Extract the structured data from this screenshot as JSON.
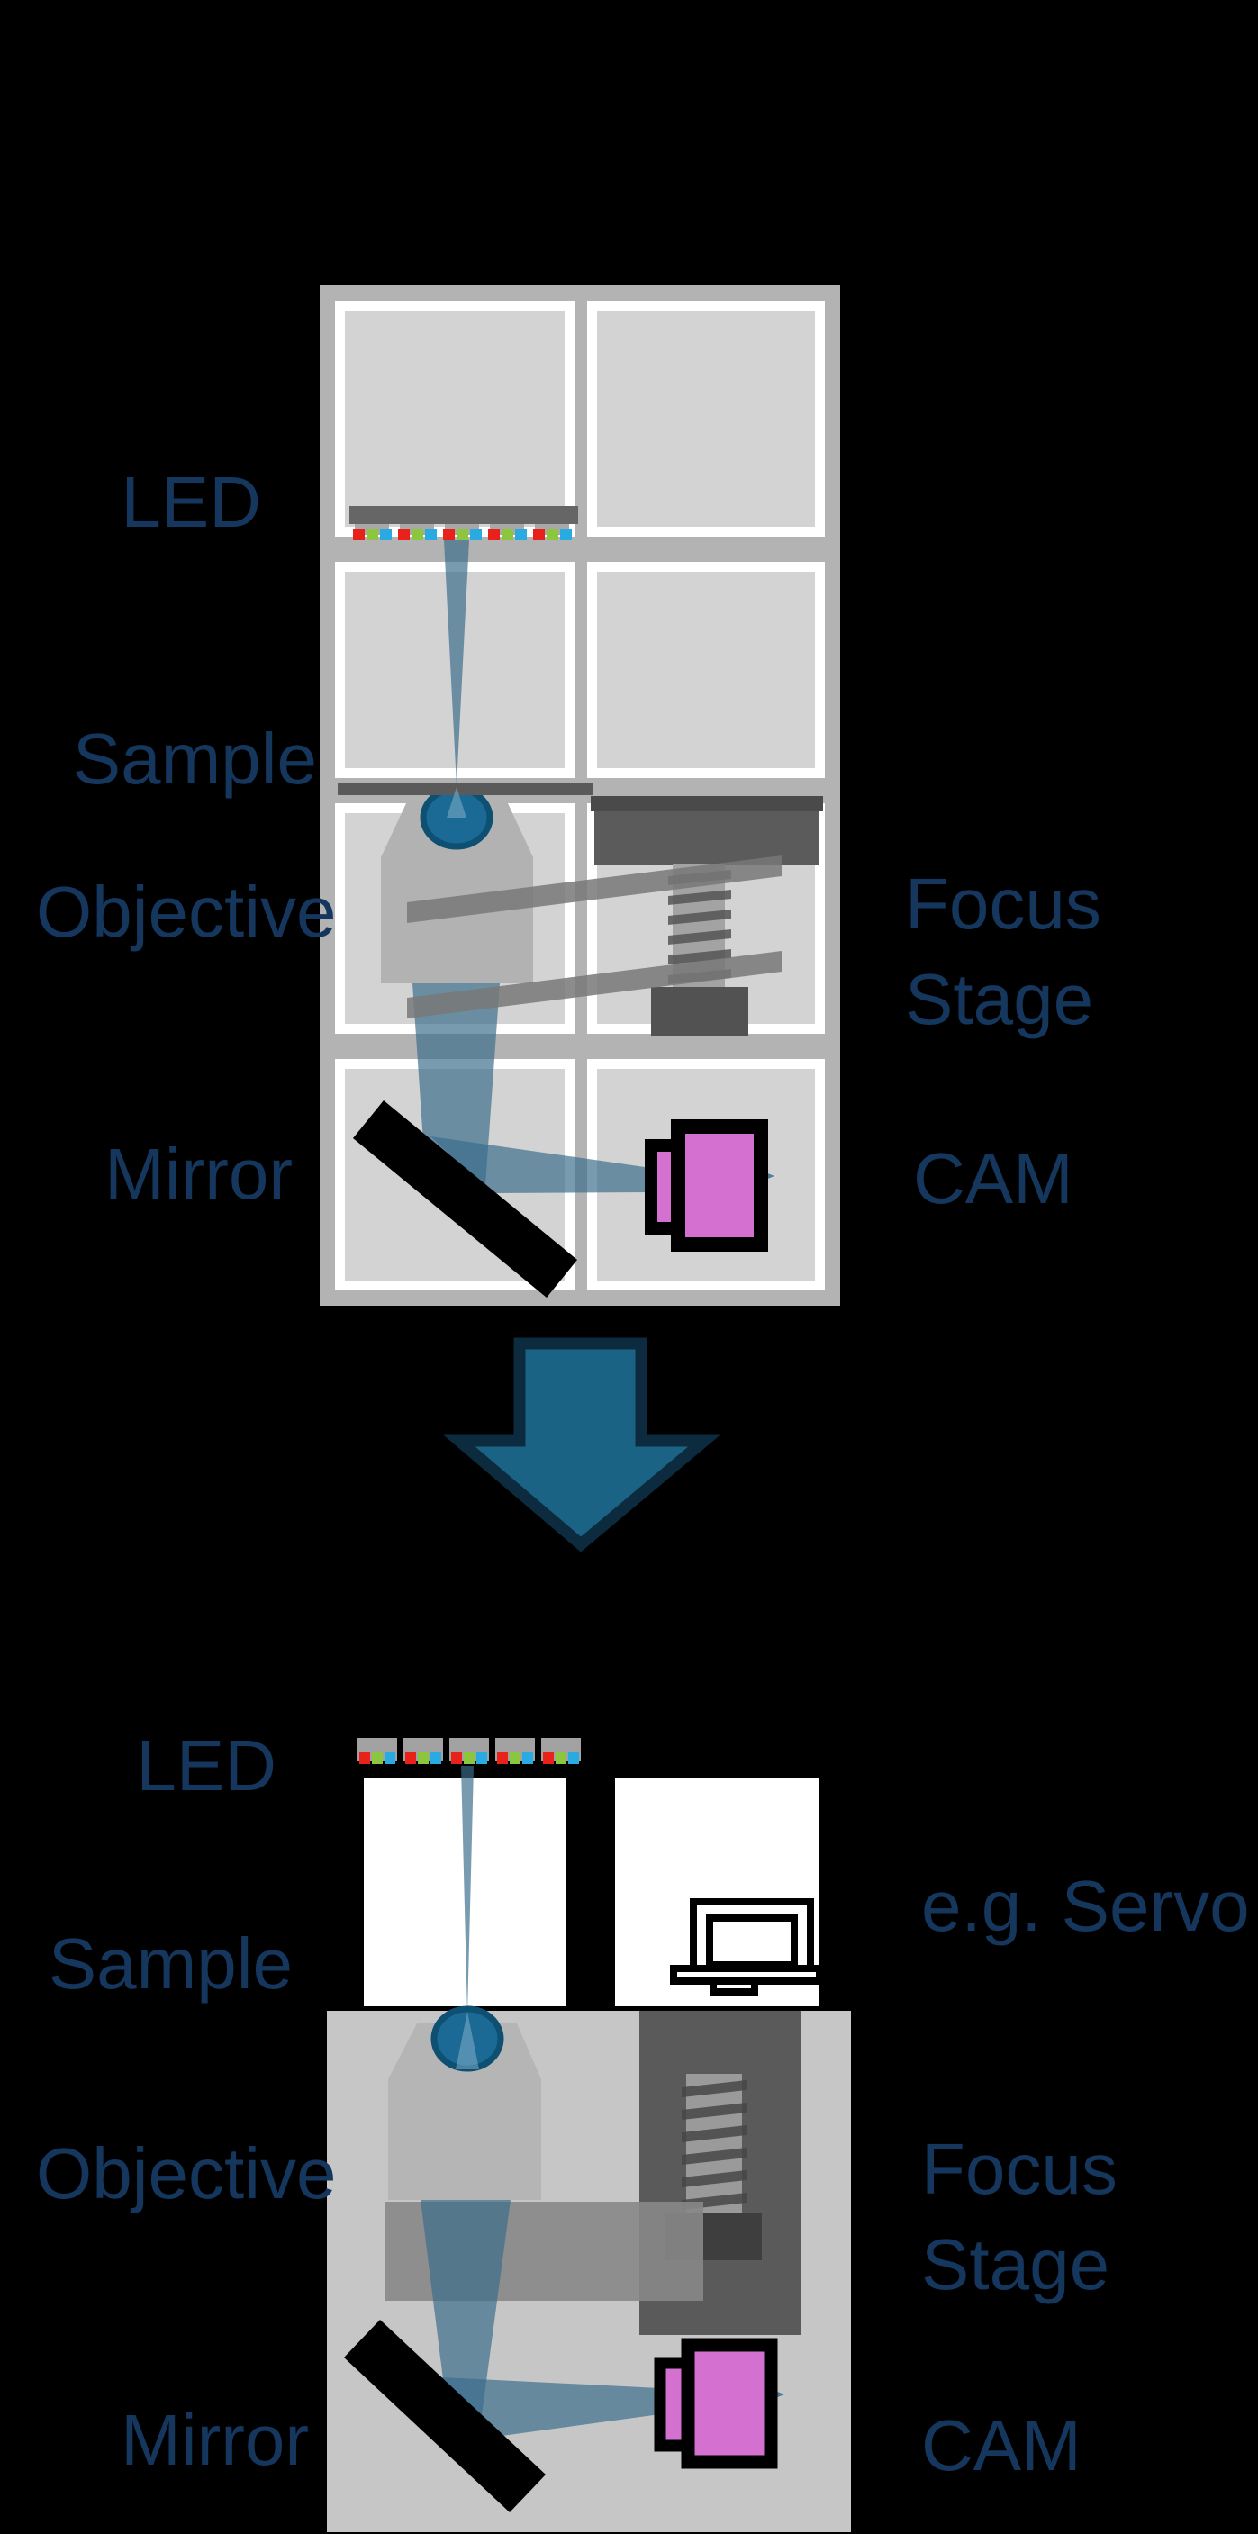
{
  "figure": "open-source modular microscope concept: cube-grid prototype transformed into integrated microscope body",
  "colors": {
    "background": "#000000",
    "label_text": "#15375d",
    "frame_gray": "#b3b3b3",
    "cell_fill": "#d3d3d3",
    "cell_border": "#ffffff",
    "integrated_body": "#c6c6c6",
    "led_bar": "#666666",
    "led_red": "#e8221a",
    "led_green": "#8cc63f",
    "led_blue": "#29abe2",
    "beam_blue": "#3a6c8a",
    "lens_teal": "#1b6a95",
    "lens_rim": "#0d5072",
    "objective_gray": "#b2b2b2",
    "stage_dark_gray": "#5a5a5a",
    "mirror_black": "#000000",
    "camera_pink": "#d470cf",
    "arrow_fill": "#1b6385",
    "arrow_outline": "#0d2b3f",
    "servo_outline": "#000000"
  },
  "modular": {
    "labels": {
      "led": "LED",
      "sample": "Sample",
      "objective": "Objective",
      "focus_line1": "Focus",
      "focus_line2": "Stage",
      "mirror": "Mirror",
      "cam": "CAM"
    }
  },
  "integrated": {
    "labels": {
      "led": "LED",
      "sample": "Sample",
      "objective": "Objective",
      "servo": "e.g. Servo",
      "focus_line1": "Focus",
      "focus_line2": "Stage",
      "mirror": "Mirror",
      "cam": "CAM"
    }
  }
}
